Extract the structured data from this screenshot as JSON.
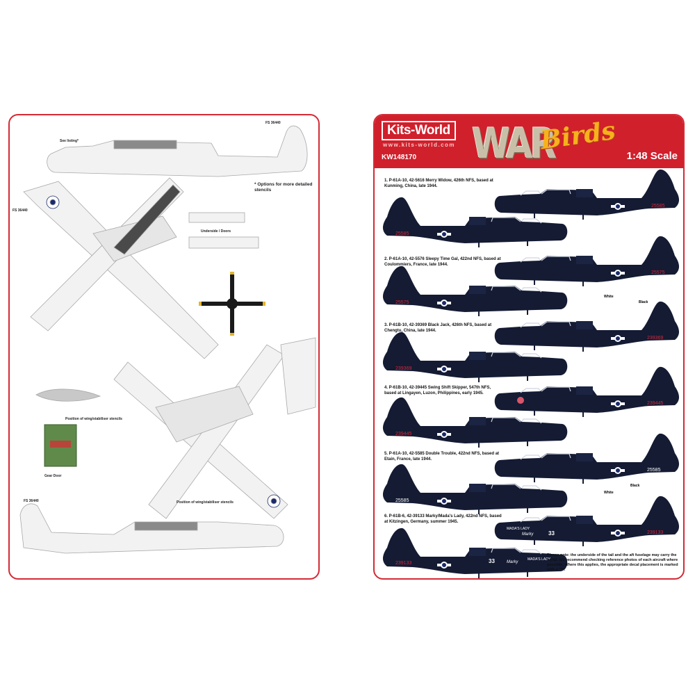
{
  "brand": {
    "logo": "Kits-World",
    "url": "www.kits-world.com",
    "code": "KW148170",
    "title_war": "WAR",
    "title_birds": "Birds",
    "scale": "1:48 Scale"
  },
  "colors": {
    "border": "#d42a35",
    "header": "#d0202c",
    "aircraft": "#141b33",
    "serial": "#d8283a",
    "line_drawing": "#d9d9d9"
  },
  "left_sheet": {
    "labels": [
      "See listing*",
      "FS 36440",
      "FS 36440",
      "* Options for more detailed stencils",
      "Underside / Doors",
      "Position of wing/stabiliser stencils",
      "Position of wing/stabiliser stencils",
      "Gear Door",
      "FS 36440"
    ]
  },
  "right_sheet": {
    "schemes": [
      {
        "caption": "1. P-61A-10, 42-5616 Merry Widow, 426th NFS, based at Kunming, China, late 1944.",
        "serial": "25585"
      },
      {
        "caption": "2. P-61A-10, 42-5576 Sleepy Time Gal, 422nd NFS, based at Coulommiers, France, late 1944.",
        "serial": "25575"
      },
      {
        "caption": "3. P-61B-10, 42-39369 Black Jack, 426th NFS, based at Chengtu, China, late 1944.",
        "serial": "239369"
      },
      {
        "caption": "4. P-61B-10, 42-39445 Swing Shift Skipper, 547th NFS, based at Lingayen, Luzon, Philippines, early 1945.",
        "serial": "239445"
      },
      {
        "caption": "5. P-61A-10, 42-5585 Double Trouble, 422nd NFS, based at Etain, France, late 1944.",
        "serial": "25585"
      },
      {
        "caption": "6. P-61B-6, 42-39133 Marky/Mada's Lady, 422nd NFS, based at Kitzingen, Germany, summer 1945.",
        "serial": "239133",
        "nose_art": "MADA'S LADY",
        "name": "Marky",
        "number": "33"
      }
    ],
    "label_white": "White",
    "label_black": "Black",
    "footnote": "Please note: the underside of the tail and the aft fuselage may carry the serial. We recommend checking reference photos of each aircraft where possible. Where this applies, the appropriate decal placement is marked with a \"*\"."
  }
}
